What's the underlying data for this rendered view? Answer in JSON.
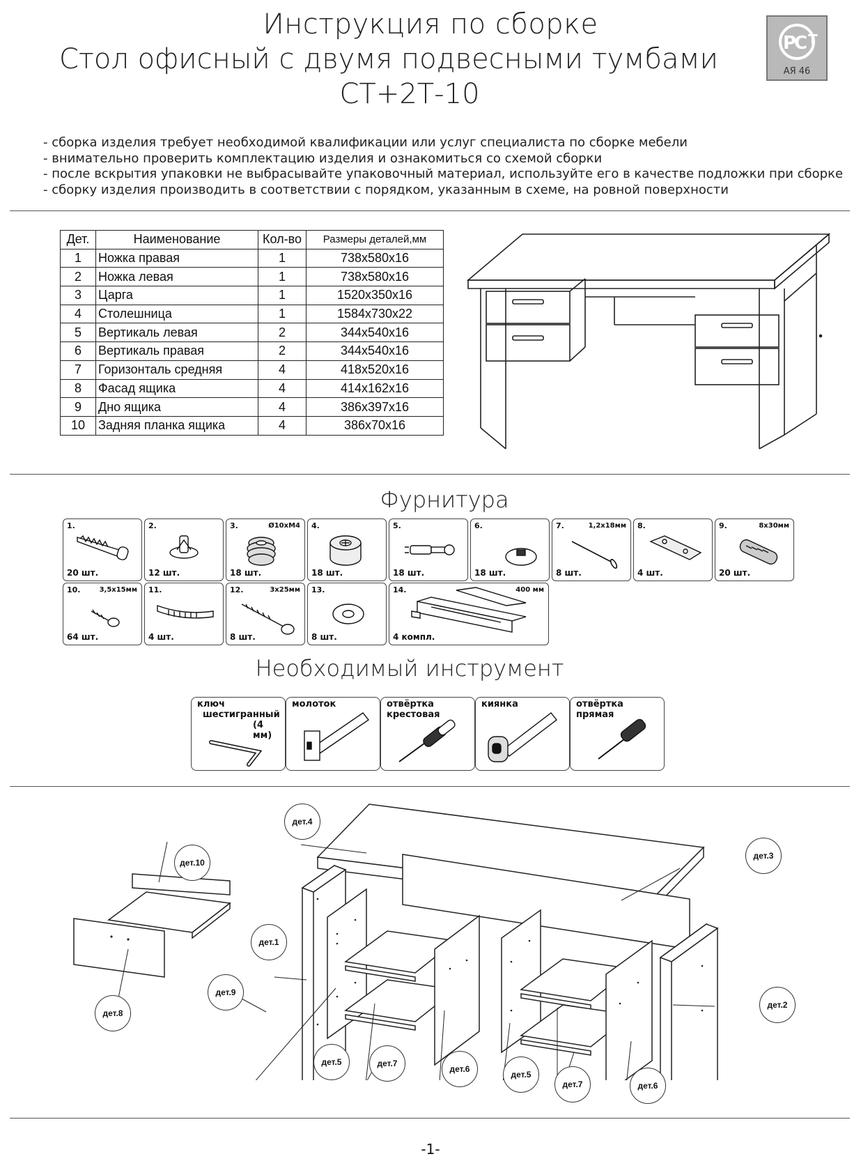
{
  "header": {
    "line1": "Инструкция по сборке",
    "line2": "Стол офисный с двумя подвесными тумбами",
    "line3": "СТ+2Т-10",
    "cert_logo": "РСТ",
    "cert_label": "АЯ 46"
  },
  "notes": [
    "- сборка изделия требует необходимой квалификации или услуг специалиста по сборке мебели",
    "- внимательно проверить комплектацию изделия и ознакомиться со схемой сборки",
    "- после вскрытия упаковки не выбрасывайте упаковочный материал, используйте его в качестве подложки при сборке",
    "- сборку изделия производить в соответствии с порядком, указанным в схеме, на ровной поверхности"
  ],
  "parts_table": {
    "headers": [
      "Дет.",
      "Наименование",
      "Кол-во",
      "Размеры деталей,мм"
    ],
    "rows": [
      [
        "1",
        "Ножка правая",
        "1",
        "738x580x16"
      ],
      [
        "2",
        "Ножка левая",
        "1",
        "738x580x16"
      ],
      [
        "3",
        "Царга",
        "1",
        "1520x350x16"
      ],
      [
        "4",
        "Столешница",
        "1",
        "1584x730x22"
      ],
      [
        "5",
        "Вертикаль левая",
        "2",
        "344x540x16"
      ],
      [
        "6",
        "Вертикаль правая",
        "2",
        "344x540x16"
      ],
      [
        "7",
        "Горизонталь средняя",
        "4",
        "418x520x16"
      ],
      [
        "8",
        "Фасад ящика",
        "4",
        "414x162x16"
      ],
      [
        "9",
        "Дно ящика",
        "4",
        "386x397x16"
      ],
      [
        "10",
        "Задняя планка ящика",
        "4",
        "386x70x16"
      ]
    ]
  },
  "hardware": {
    "title": "Фурнитура",
    "items": [
      {
        "num": "1.",
        "size": "",
        "qty": "20 шт.",
        "icon": "confirmat-screw-icon"
      },
      {
        "num": "2.",
        "size": "",
        "qty": "12 шт.",
        "icon": "shelf-support-icon"
      },
      {
        "num": "3.",
        "size": "Ø10хМ4",
        "qty": "18 шт.",
        "icon": "insert-nut-icon"
      },
      {
        "num": "4.",
        "size": "",
        "qty": "18 шт.",
        "icon": "eccentric-cam-icon"
      },
      {
        "num": "5.",
        "size": "",
        "qty": "18 шт.",
        "icon": "cam-dowel-icon"
      },
      {
        "num": "6.",
        "size": "",
        "qty": "18 шт.",
        "icon": "cap-icon"
      },
      {
        "num": "7.",
        "size": "1,2х18мм",
        "qty": "8 шт.",
        "icon": "nail-icon"
      },
      {
        "num": "8.",
        "size": "",
        "qty": "4 шт.",
        "icon": "bracket-plate-icon"
      },
      {
        "num": "9.",
        "size": "8х30мм",
        "qty": "20 шт.",
        "icon": "wood-dowel-icon"
      },
      {
        "num": "10.",
        "size": "3,5х15мм",
        "qty": "64 шт.",
        "icon": "short-screw-icon"
      },
      {
        "num": "11.",
        "size": "",
        "qty": "4 шт.",
        "icon": "handle-icon"
      },
      {
        "num": "12.",
        "size": "3х25мм",
        "qty": "8 шт.",
        "icon": "long-screw-icon"
      },
      {
        "num": "13.",
        "size": "",
        "qty": "8 шт.",
        "icon": "washer-icon"
      },
      {
        "num": "14.",
        "size": "400 мм",
        "qty": "4 компл.",
        "icon": "drawer-slide-icon"
      }
    ]
  },
  "tools": {
    "title": "Необходимый инструмент",
    "items": [
      {
        "label": "ключ шестигранный (4 мм)",
        "icon": "hex-key-icon"
      },
      {
        "label": "молоток",
        "icon": "hammer-icon"
      },
      {
        "label": "отвёртка крестовая",
        "icon": "phillips-screwdriver-icon"
      },
      {
        "label": "киянка",
        "icon": "mallet-icon"
      },
      {
        "label": "отвёртка прямая",
        "icon": "flat-screwdriver-icon"
      }
    ]
  },
  "tool_labels": {
    "hex1": "ключ",
    "hex2": "шестигранный",
    "hex3": "(4 мм)",
    "hammer": "молоток",
    "phil1": "отвёртка",
    "phil2": "крестовая",
    "mallet": "киянка",
    "flat1": "отвёртка",
    "flat2": "прямая"
  },
  "diagram_labels": {
    "d1": "дет.1",
    "d2": "дет.2",
    "d3": "дет.3",
    "d4": "дет.4",
    "d5a": "дет.5",
    "d5b": "дет.5",
    "d6a": "дет.6",
    "d6b": "дет.6",
    "d7a": "дет.7",
    "d7b": "дет.7",
    "d8": "дет.8",
    "d9": "дет.9",
    "d10": "дет.10"
  },
  "page_number": "-1-"
}
